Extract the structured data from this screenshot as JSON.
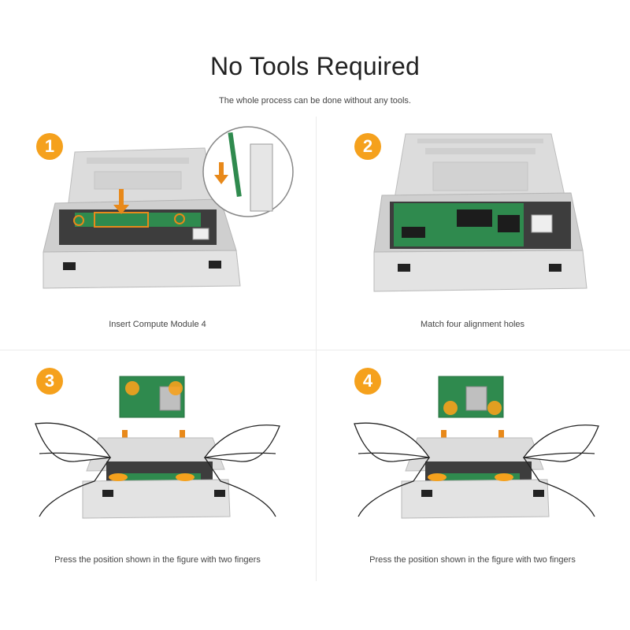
{
  "header": {
    "title": "No Tools Required",
    "subtitle": "The whole process can be done without any tools."
  },
  "steps": [
    {
      "number": "1",
      "caption": "Insert Compute Module 4"
    },
    {
      "number": "2",
      "caption": "Match four alignment holes"
    },
    {
      "number": "3",
      "caption": "Press the position shown in the figure with two fingers"
    },
    {
      "number": "4",
      "caption": "Press the position shown in the figure with two fingers"
    }
  ],
  "colors": {
    "accent": "#f5a11d",
    "case": "#d8d8d8",
    "board": "#2f8a4e",
    "arrow": "#e8891a"
  }
}
